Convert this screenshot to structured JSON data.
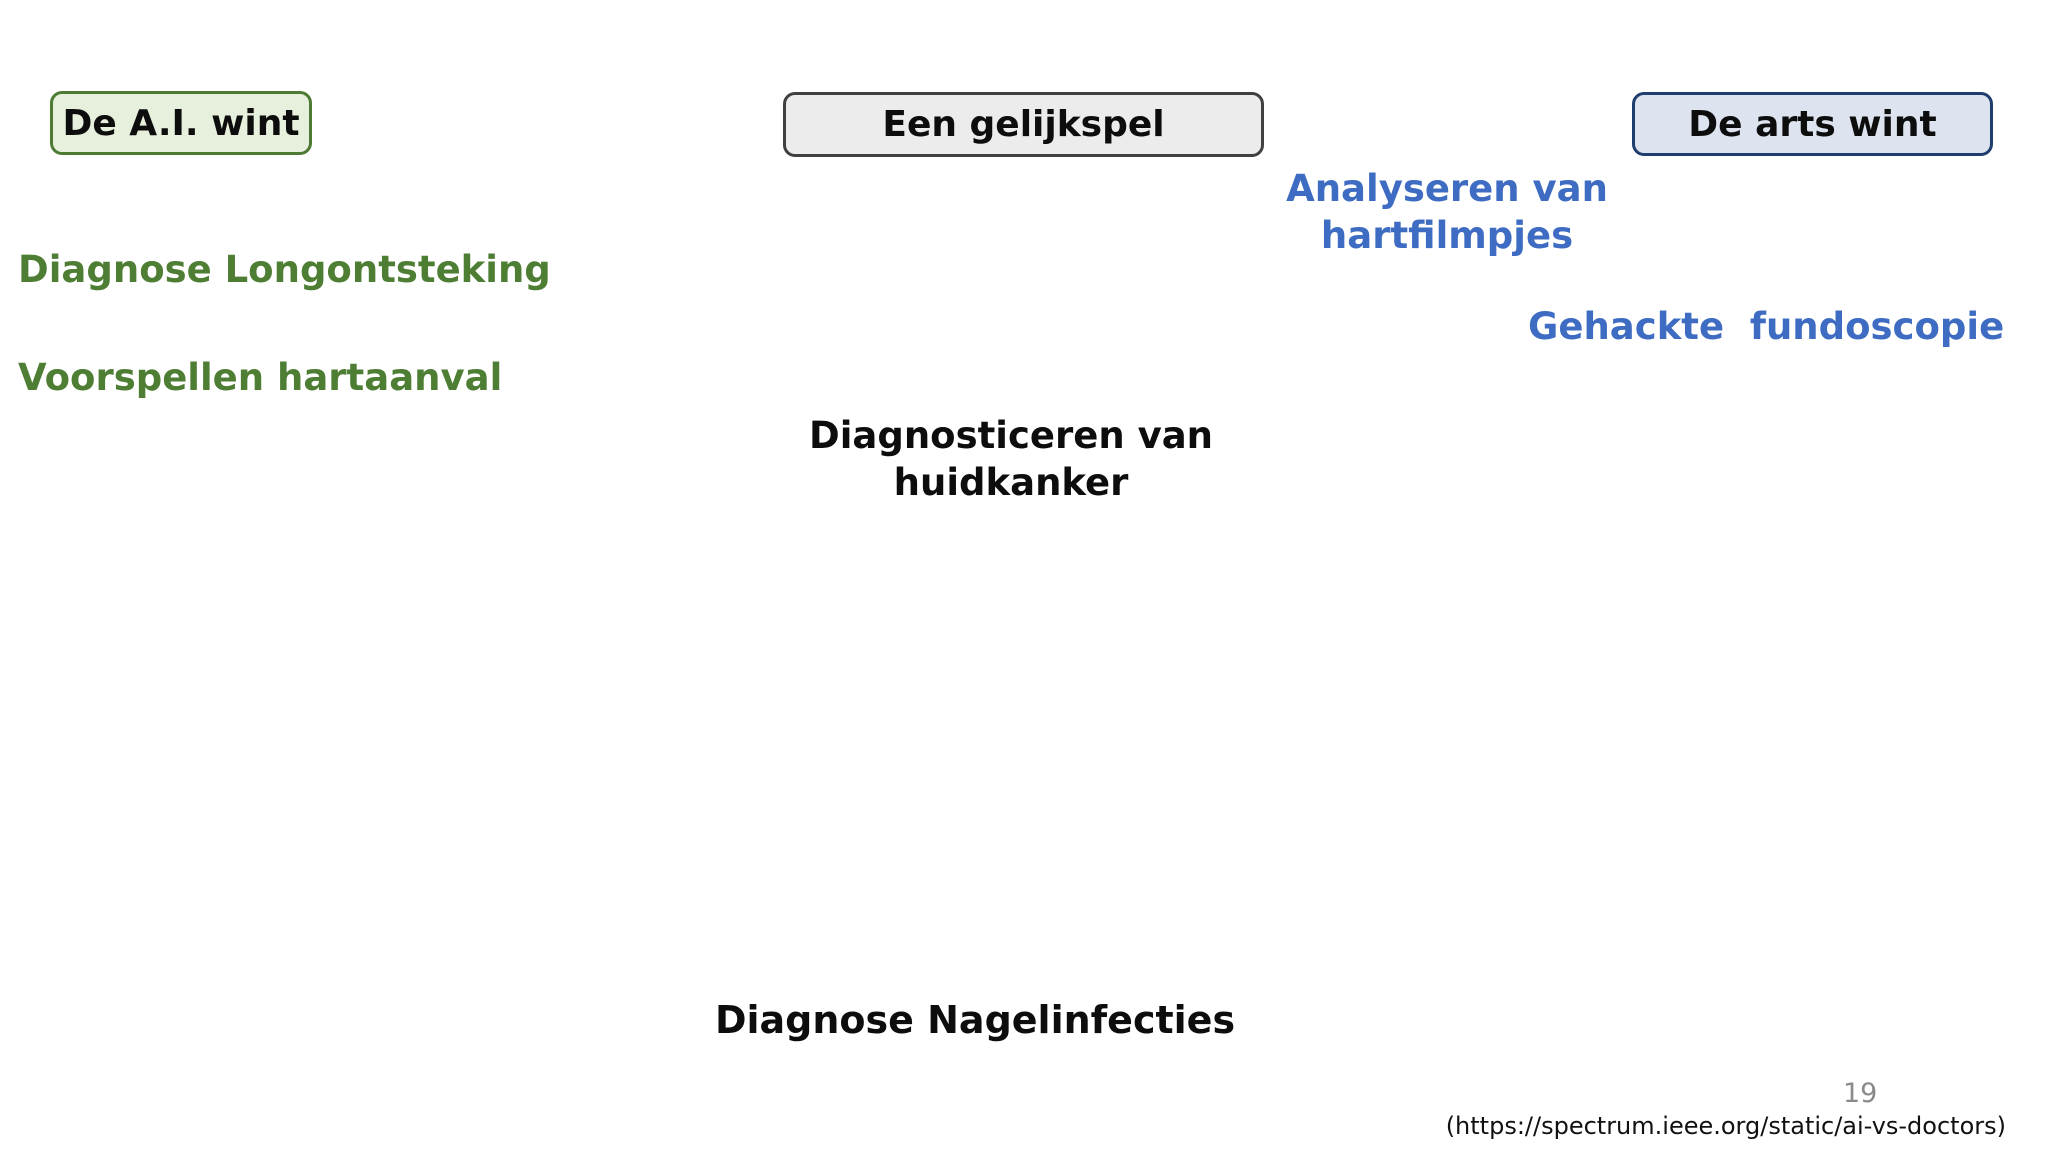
{
  "slide": {
    "header_boxes": {
      "ai_wins": {
        "label": "De A.I. wint",
        "fill": "#e6f0dd",
        "border": "#4e7b34"
      },
      "draw": {
        "label": "Een gelijkspel",
        "fill": "#ececec",
        "border": "#404040"
      },
      "doctor_wins": {
        "label": "De arts wint",
        "fill": "#dde4f0",
        "border": "#1f3d6d"
      }
    },
    "items": {
      "ai_wins": {
        "item1": "Diagnose Longontsteking",
        "item2": "Voorspellen hartaanval"
      },
      "draw": {
        "item1_line1": "Diagnosticeren van",
        "item1_line2": "huidkanker",
        "item2": "Diagnose Nagelinfecties"
      },
      "doctor_wins": {
        "item1_line1": "Analyseren van",
        "item1_line2": "hartfilmpjes",
        "item2": "Gehackte  fundoscopie"
      }
    },
    "text_colors": {
      "ai_wins_items": "#4e7e34",
      "doctor_wins_items": "#3e6cc2",
      "draw_items": "#0d0d0d"
    },
    "footer": {
      "page_number": "19",
      "source": "(https://spectrum.ieee.org/static/ai-vs-doctors)"
    }
  }
}
